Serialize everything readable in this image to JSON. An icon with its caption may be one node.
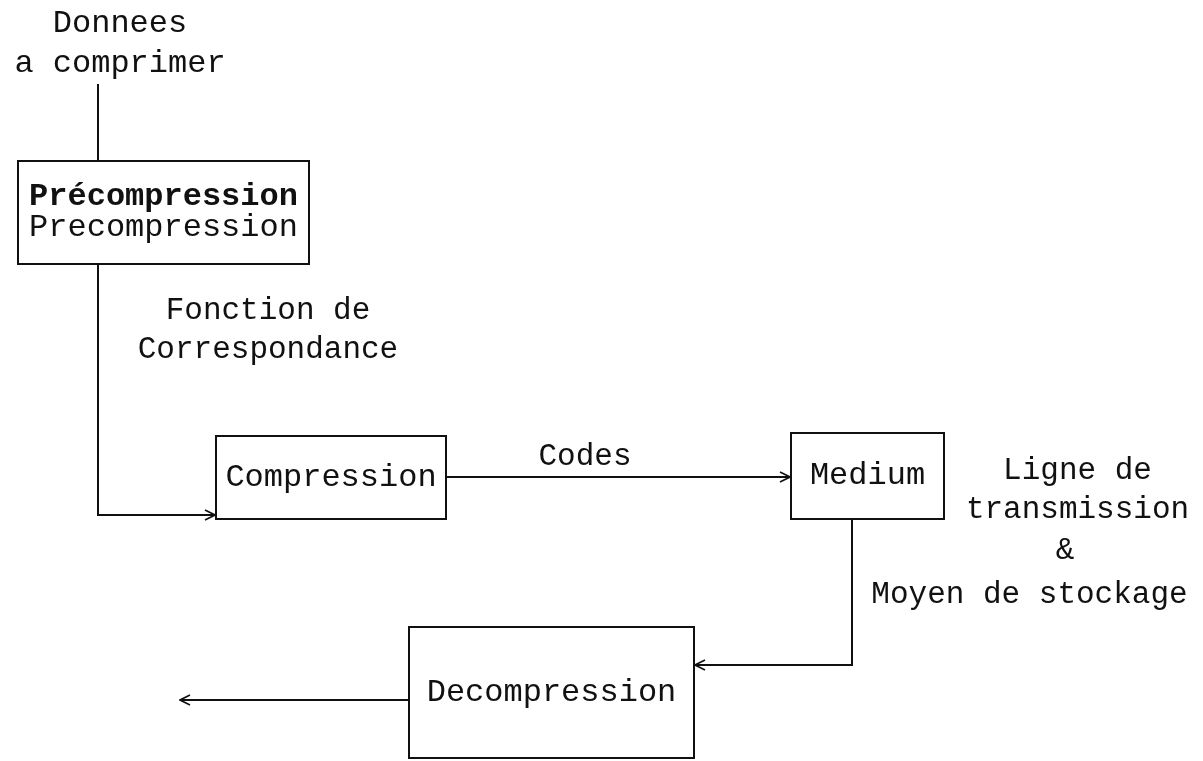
{
  "diagram": {
    "nodes": [
      {
        "text": [
          "Donnees",
          "a comprimer"
        ]
      },
      {
        "text": [
          "Précompression",
          "Precompression"
        ]
      },
      {
        "text": [
          "Compression"
        ]
      },
      {
        "text": [
          "Medium"
        ],
        "beside": [
          "Ligne de transmission",
          "&",
          "Moyen de stockage"
        ]
      },
      {
        "text": [
          "Decompression"
        ]
      }
    ],
    "edges": [
      {
        "from": 0,
        "to": 1,
        "arrow": "none"
      },
      {
        "from": 1,
        "to": 2,
        "arrow": "to",
        "label": "Fonction de Correspondance"
      },
      {
        "from": 2,
        "to": 3,
        "arrow": "to",
        "label": "Codes"
      },
      {
        "from": 3,
        "to": 4,
        "arrow": "to"
      },
      {
        "from": 4,
        "to": null,
        "arrow": "to"
      }
    ]
  }
}
